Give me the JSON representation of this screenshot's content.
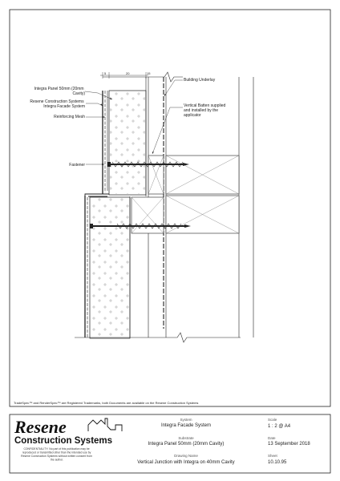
{
  "drawing": {
    "labels": {
      "panel": [
        "Integra Panel 50mm (20mm",
        "Cavity)"
      ],
      "system": [
        "Resene Construction Systems",
        "Integra Facade System"
      ],
      "mesh": "Reinforcing Mesh",
      "fastener": "Fastener",
      "underlay": "Building Underlay",
      "batten": [
        "Vertical Batten supplied",
        "and installed by the",
        "applicator"
      ]
    },
    "dimensions": {
      "left": "5",
      "mid": "20",
      "right": "15"
    }
  },
  "footer_note": "TradeSpec™ and RenderSpec™ are Registered Trademarks, both Documents are available on the Resene Construction Systems",
  "title_block": {
    "brand_name": "Resene",
    "brand_sub": "Construction Systems",
    "confidentiality": [
      "CONFIDENTIALITY: No part of this publication may be",
      "reproduced or transmitted other than the intended use by",
      "Resene Construction Systems without written consent from",
      "the author."
    ],
    "system_caption": "System",
    "system_value": "Integra Facade System",
    "substrate_caption": "Substrate",
    "substrate_value": "Integra Panel 50mm (20mm Cavity)",
    "drawing_name_caption": "Drawing Name",
    "drawing_name_value": "Vertical Junction with Integra on 40mm Cavity",
    "scale_caption": "Scale",
    "scale_value": "1 : 2 @ A4",
    "date_caption": "Date",
    "date_value": "13 September 2018",
    "sheet_caption": "Sheet",
    "sheet_value": "10.10.95"
  }
}
